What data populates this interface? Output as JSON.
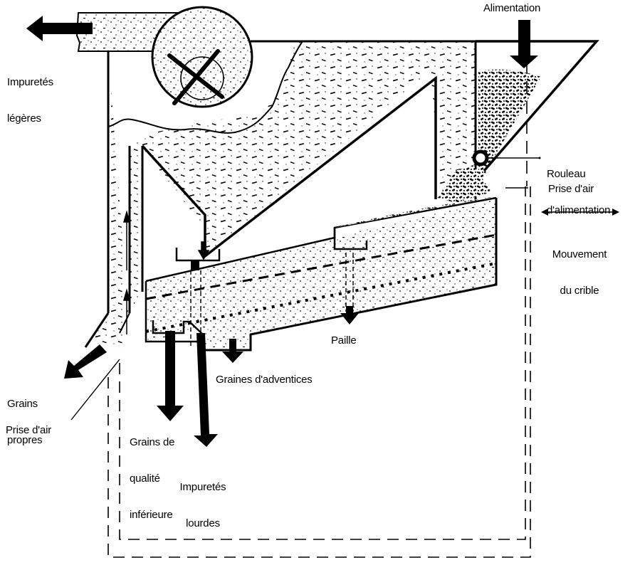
{
  "diagram": {
    "type": "grain-cleaner-cross-section",
    "colors": {
      "ink": "#000000",
      "paper": "#ffffff"
    },
    "labels": {
      "alimentation": "Alimentation",
      "impuretes_legeres": [
        "Impuretés",
        "légères"
      ],
      "rouleau_alimentation": [
        "Rouleau",
        "d'alimentation"
      ],
      "prise_air_right": "Prise d'air",
      "mouvement_crible": [
        "Mouvement",
        "du crible"
      ],
      "paille": "Paille",
      "graines_adventices": "Graines d'adventices",
      "grains_propres": [
        "Grains",
        "propres"
      ],
      "prise_air_left": "Prise d'air",
      "grains_qualite_inferieure": [
        "Grains de",
        "qualité",
        "inférieure"
      ],
      "impuretes_lourdes": [
        "Impuretés",
        "lourdes"
      ]
    },
    "components": [
      "fan",
      "feed-hopper",
      "feed-roller",
      "settling-chamber",
      "upper-sieve",
      "lower-sieve",
      "air-intake-duct",
      "frame"
    ],
    "flows": [
      "light-impurities-out",
      "feed-in",
      "clean-grain-out",
      "lower-quality-grain-out",
      "heavy-impurities-out",
      "weed-seeds-out",
      "straw-out",
      "air-up"
    ]
  }
}
